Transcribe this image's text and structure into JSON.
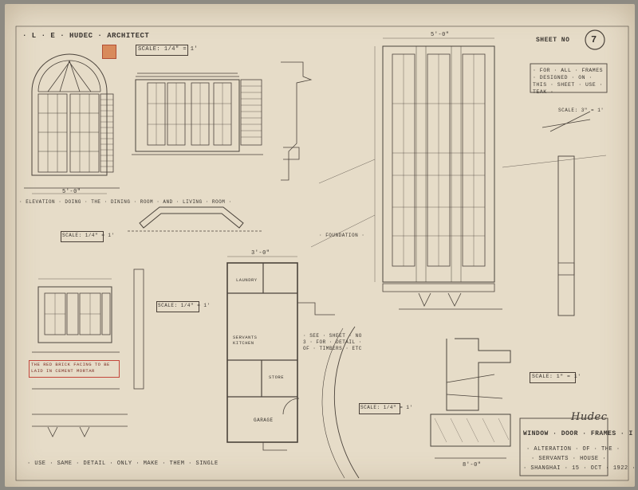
{
  "header": {
    "architect": "· L · E · HUDEC · ARCHITECT",
    "sheet_label": "SHEET NO",
    "sheet_number": "7"
  },
  "notes": {
    "framing_note": "· FOR · ALL · FRAMES · DESIGNED · ON · THIS · SHEET · USE · TEAK ·",
    "brick_note": "THE RED BRICK FACING TO BE LAID IN CEMENT MORTAR",
    "single_note": "· USE · SAME · DETAIL · ONLY · MAKE · THEM · SINGLE",
    "elevation_label": "· ELEVATION · DOING · THE · DINING · ROOM · AND · LIVING · ROOM ·",
    "see_sheet": "· SEE · SHEET · NO 3 · FOR · DETAIL · OF · TIMBERS · ETC",
    "footing_note": "· FOUNDATION ·"
  },
  "scales": {
    "s1": "SCALE: 1/4\" = 1'",
    "s2": "SCALE: 1/4\" = 1'",
    "s3": "SCALE: 1/4\" = 1'",
    "s4": "SCALE: 1/4\" = 1'",
    "s5": "SCALE: 1\" = 1'",
    "s6": "SCALE: 3\" = 1'"
  },
  "title_block": {
    "signature": "Hudec",
    "title": "WINDOW · DOOR · FRAMES · I ·",
    "line2": "· ALTERATION · OF · THE ·",
    "line3": "· SERVANTS · HOUSE ·",
    "line4": "· SHANGHAI · 15 · OCT · 1922 ·"
  },
  "rooms": {
    "laundry": "LAUNDRY",
    "kitchen": "SERVANTS KITCHEN",
    "store": "STORE",
    "garage": "GARAGE"
  },
  "dims": {
    "d1": "5'-0\"",
    "d2": "5'-0\"",
    "d3": "3'-0\"",
    "d4": "8'-0\""
  }
}
